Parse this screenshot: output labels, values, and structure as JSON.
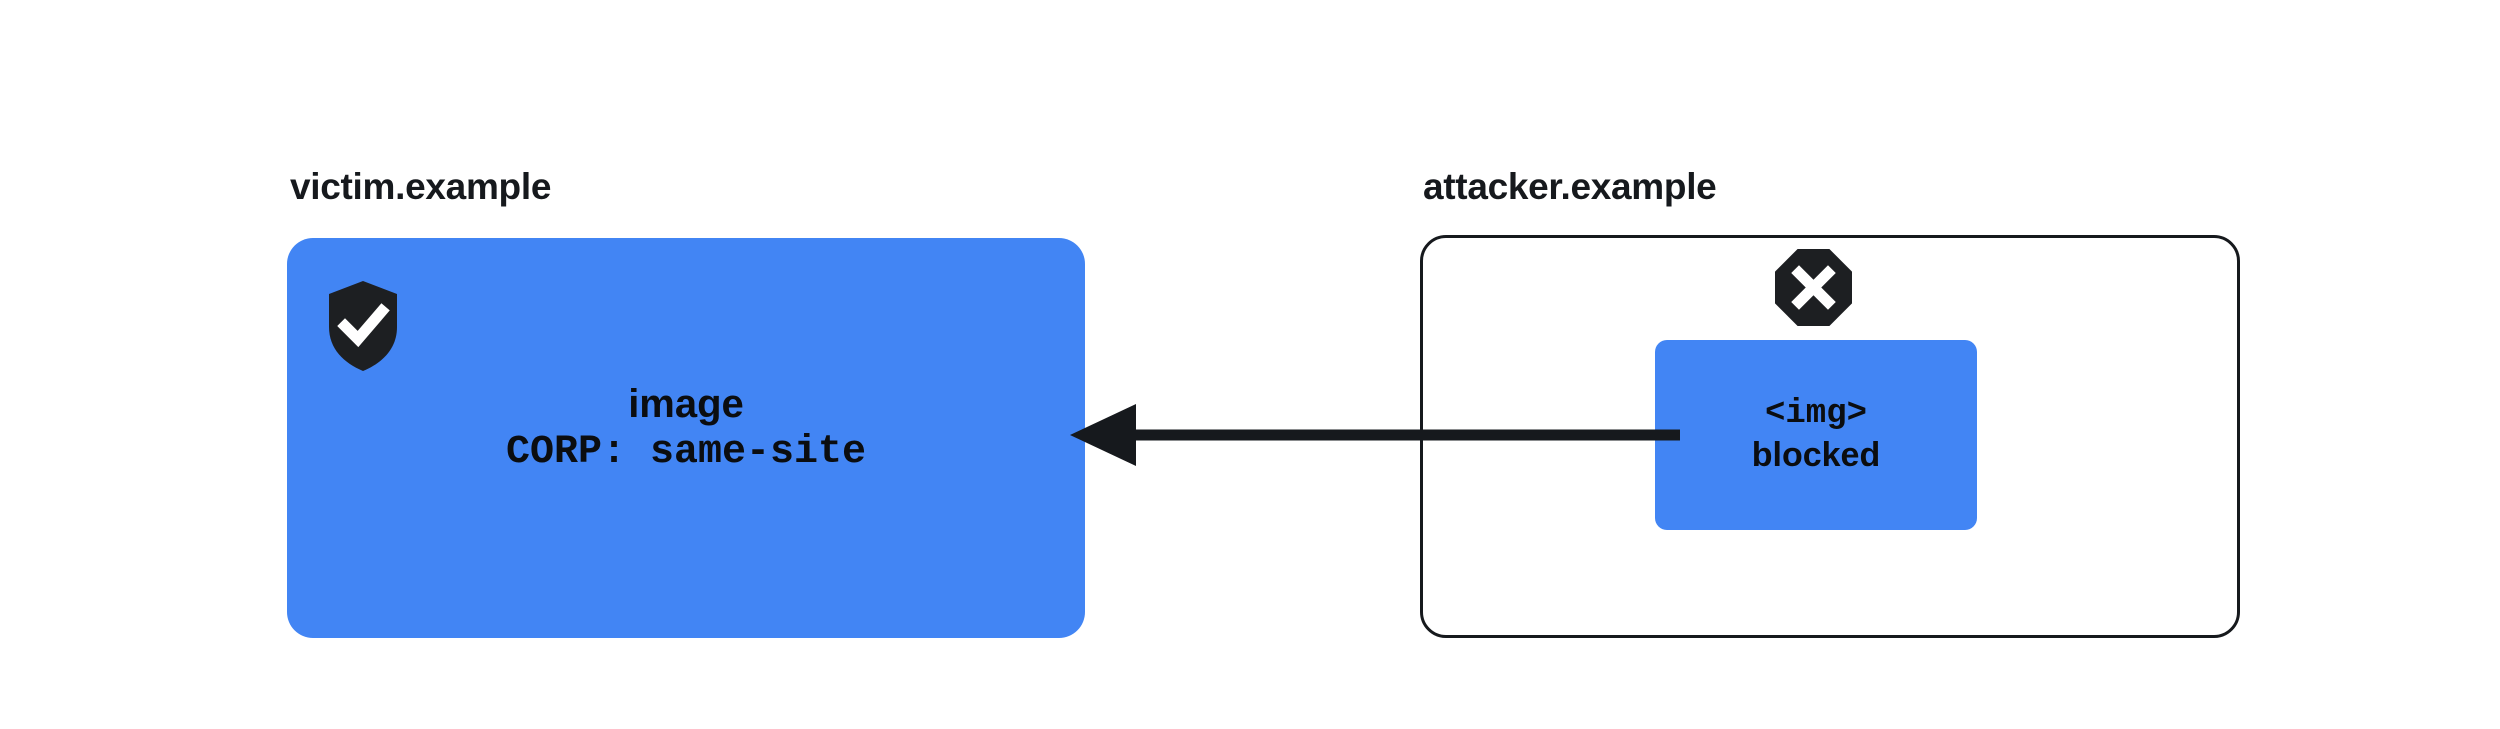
{
  "diagram": {
    "title_victim": "victim.example",
    "title_attacker": "attacker.example",
    "victim_resource": {
      "line_1": "image",
      "line_2": "CORP: same-site",
      "icon": "shield-check-icon",
      "fill_color": "#4285f4",
      "text_color": "#0b0d10"
    },
    "attacker_document": {
      "border_color": "#16191d",
      "fill_color": "#ffffff",
      "icon": "octagon-x-icon",
      "embed": {
        "line_1": "<img>",
        "line_2": "blocked",
        "fill_color": "#4285f4",
        "text_color": "#0b0d10"
      }
    },
    "arrow": {
      "direction": "right-to-left",
      "color": "#16191d",
      "from": "attacker.example <img>",
      "to": "victim.example image"
    }
  }
}
